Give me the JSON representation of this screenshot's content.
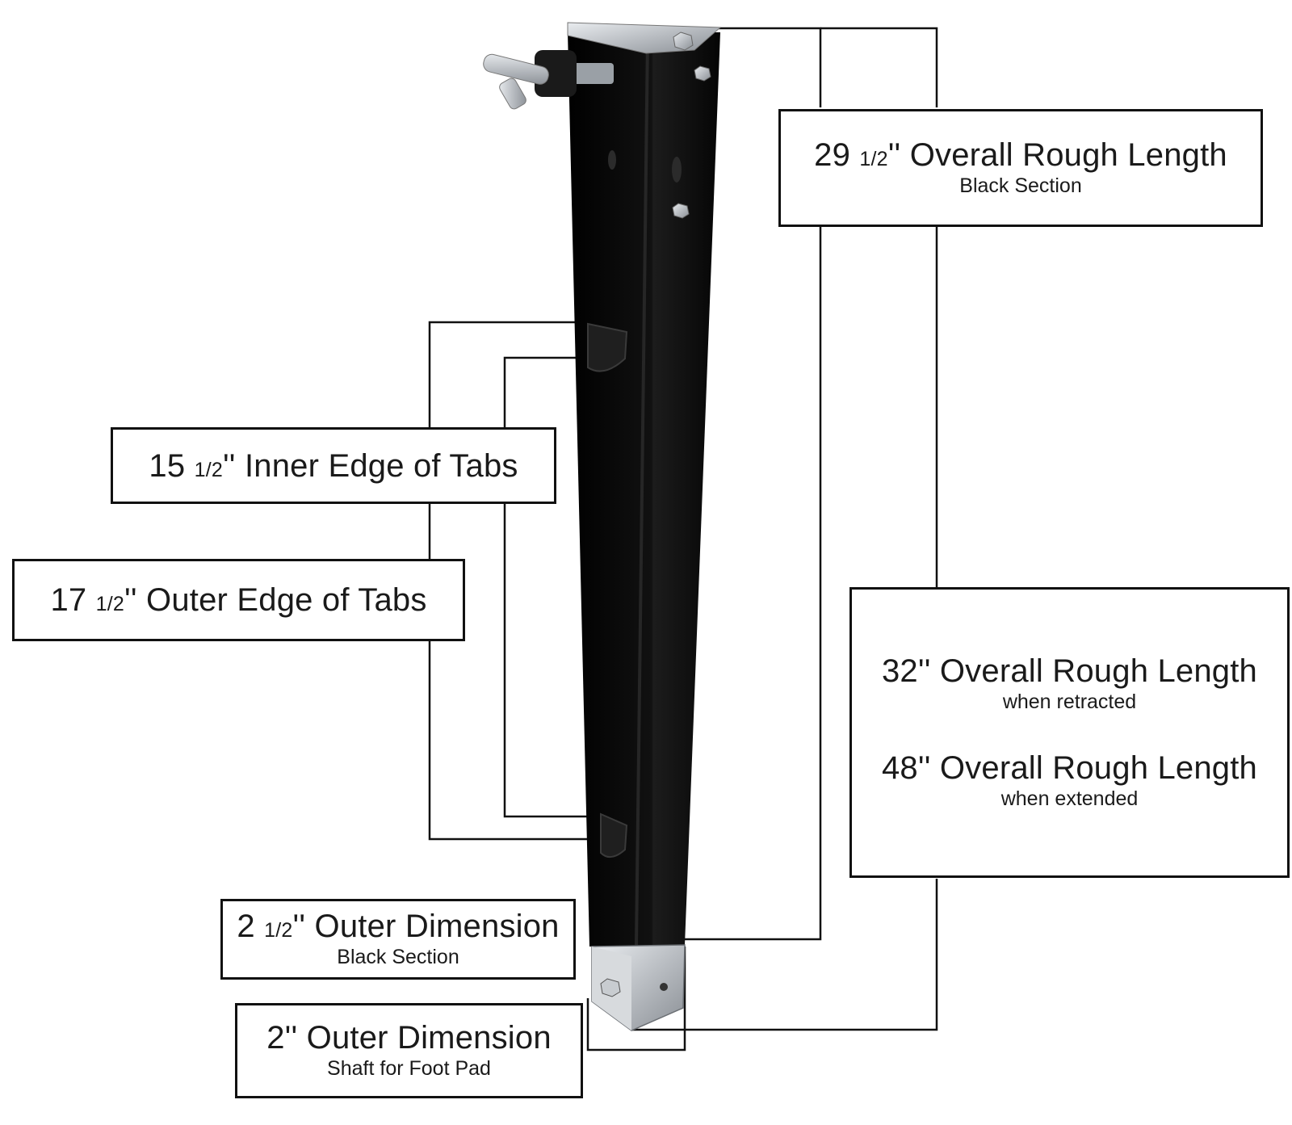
{
  "labels": {
    "black_length": {
      "whole": "29",
      "frac": "1/2",
      "main": "'' Overall Rough Length",
      "sub": "Black Section"
    },
    "inner_tabs": {
      "whole": "15",
      "frac": "1/2",
      "main": "'' Inner Edge of Tabs"
    },
    "outer_tabs": {
      "whole": "17",
      "frac": "1/2",
      "main": "'' Outer Edge of Tabs"
    },
    "overall": {
      "retracted_main": "32'' Overall Rough Length",
      "retracted_sub": "when retracted",
      "extended_main": "48'' Overall Rough Length",
      "extended_sub": "when extended"
    },
    "black_dim": {
      "whole": "2",
      "frac": "1/2",
      "main": "'' Outer Dimension",
      "sub": "Black Section"
    },
    "shaft_dim": {
      "main": "2'' Outer Dimension",
      "sub": "Shaft for Foot Pad"
    }
  },
  "colors": {
    "tube": "#0d0d0d",
    "metal": "#c9ccd0",
    "line": "#111111"
  },
  "icons": {
    "crank": "crank-handle-icon",
    "bolt": "hex-bolt-icon"
  }
}
